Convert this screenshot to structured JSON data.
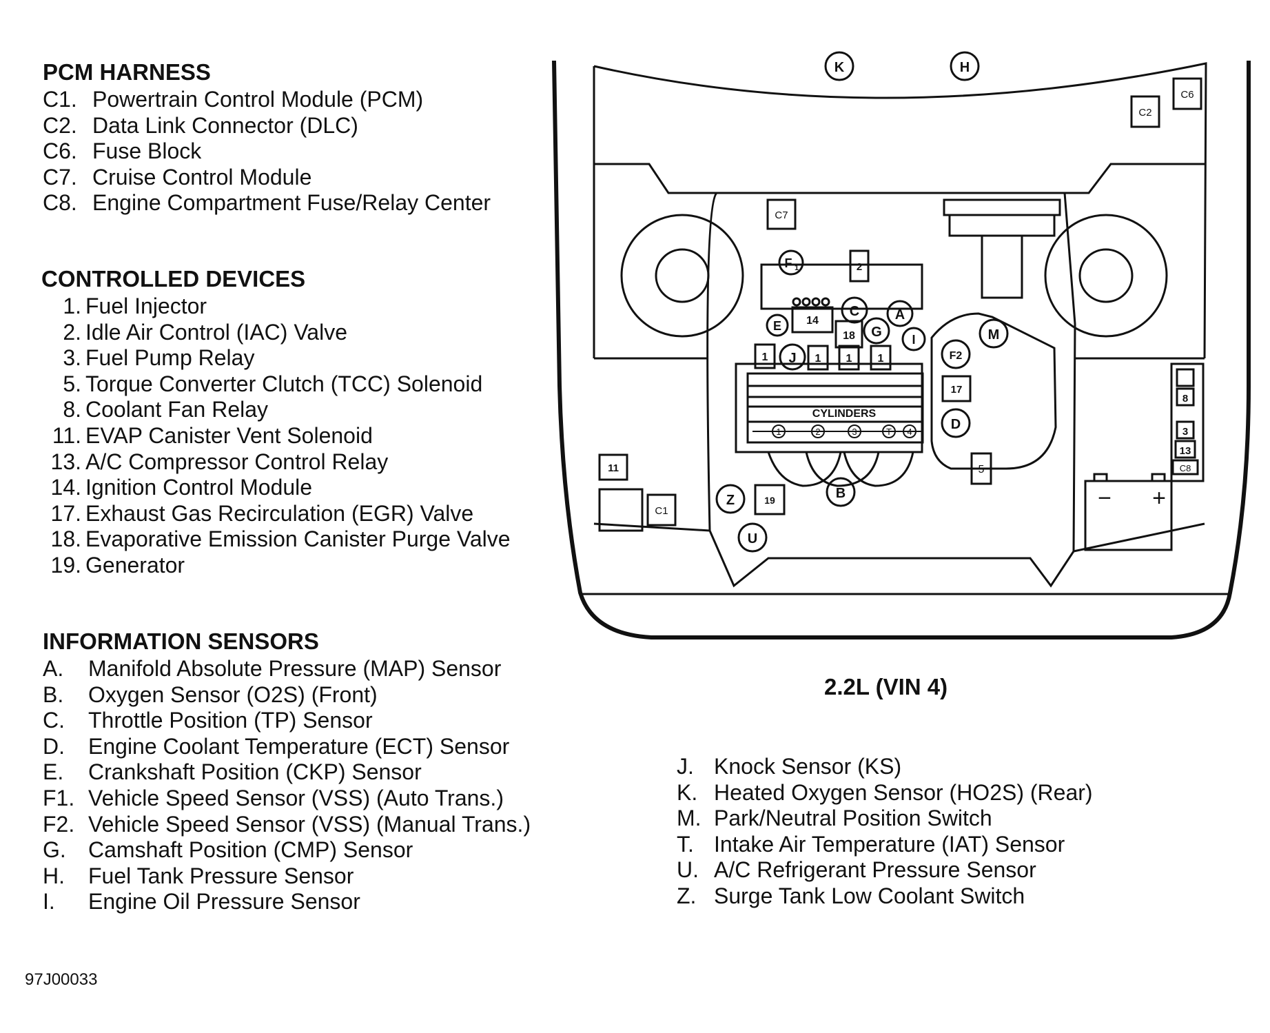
{
  "pcm_harness": {
    "title": "PCM HARNESS",
    "items": [
      {
        "code": "C1.",
        "label": "Powertrain Control Module (PCM)"
      },
      {
        "code": "C2.",
        "label": "Data Link Connector (DLC)"
      },
      {
        "code": "C6.",
        "label": "Fuse Block"
      },
      {
        "code": "C7.",
        "label": "Cruise Control Module"
      },
      {
        "code": "C8.",
        "label": "Engine Compartment Fuse/Relay Center"
      }
    ]
  },
  "controlled_devices": {
    "title": "CONTROLLED DEVICES",
    "items": [
      {
        "code": "1.",
        "label": "Fuel Injector"
      },
      {
        "code": "2.",
        "label": "Idle Air Control (IAC) Valve"
      },
      {
        "code": "3.",
        "label": "Fuel Pump Relay"
      },
      {
        "code": "5.",
        "label": "Torque Converter Clutch (TCC) Solenoid"
      },
      {
        "code": "8.",
        "label": "Coolant Fan Relay"
      },
      {
        "code": "11.",
        "label": "EVAP Canister Vent Solenoid"
      },
      {
        "code": "13.",
        "label": "A/C Compressor Control Relay"
      },
      {
        "code": "14.",
        "label": "Ignition Control Module"
      },
      {
        "code": "17.",
        "label": "Exhaust Gas Recirculation (EGR) Valve"
      },
      {
        "code": "18.",
        "label": "Evaporative Emission Canister Purge Valve"
      },
      {
        "code": "19.",
        "label": "Generator"
      }
    ]
  },
  "information_sensors": {
    "title": "INFORMATION SENSORS",
    "items": [
      {
        "code": "A.",
        "label": "Manifold Absolute Pressure (MAP) Sensor"
      },
      {
        "code": "B.",
        "label": "Oxygen Sensor (O2S) (Front)"
      },
      {
        "code": "C.",
        "label": "Throttle Position (TP) Sensor"
      },
      {
        "code": "D.",
        "label": "Engine Coolant Temperature (ECT) Sensor"
      },
      {
        "code": "E.",
        "label": "Crankshaft Position (CKP) Sensor"
      },
      {
        "code": "F1.",
        "label": "Vehicle Speed Sensor (VSS) (Auto Trans.)"
      },
      {
        "code": "F2.",
        "label": "Vehicle Speed Sensor (VSS) (Manual Trans.)"
      },
      {
        "code": "G.",
        "label": "Camshaft Position (CMP) Sensor"
      },
      {
        "code": "H.",
        "label": "Fuel Tank Pressure Sensor"
      },
      {
        "code": "I.",
        "label": "Engine Oil Pressure Sensor"
      }
    ],
    "items_continued": [
      {
        "code": "J.",
        "label": "Knock Sensor (KS)"
      },
      {
        "code": "K.",
        "label": "Heated Oxygen Sensor (HO2S) (Rear)"
      },
      {
        "code": "M.",
        "label": "Park/Neutral Position Switch"
      },
      {
        "code": "T.",
        "label": "Intake Air Temperature (IAT) Sensor"
      },
      {
        "code": "U.",
        "label": "A/C Refrigerant Pressure Sensor"
      },
      {
        "code": "Z.",
        "label": "Surge Tank Low Coolant Switch"
      }
    ]
  },
  "diagram": {
    "caption": "2.2L (VIN 4)",
    "engine_label": "CYLINDERS",
    "cylinders": [
      "1",
      "2",
      "3",
      "T",
      "4"
    ],
    "battery_minus": "−",
    "battery_plus": "+",
    "markers": {
      "K": "K",
      "H": "H",
      "C2": "C2",
      "C6": "C6",
      "C7": "C7",
      "F1_main": "F",
      "F1_sub": "1",
      "2": "2",
      "14": "14",
      "C": "C",
      "A": "A",
      "E": "E",
      "18": "18",
      "G": "G",
      "I": "I",
      "M": "M",
      "inj1": "1",
      "J": "J",
      "inj2": "1",
      "inj3": "1",
      "inj4": "1",
      "F2": "F2",
      "17": "17",
      "D": "D",
      "5": "5",
      "8": "8",
      "3": "3",
      "13": "13",
      "C8": "C8",
      "11": "11",
      "C1": "C1",
      "Z": "Z",
      "19": "19",
      "B": "B",
      "U": "U"
    }
  },
  "figure_id": "97J00033"
}
